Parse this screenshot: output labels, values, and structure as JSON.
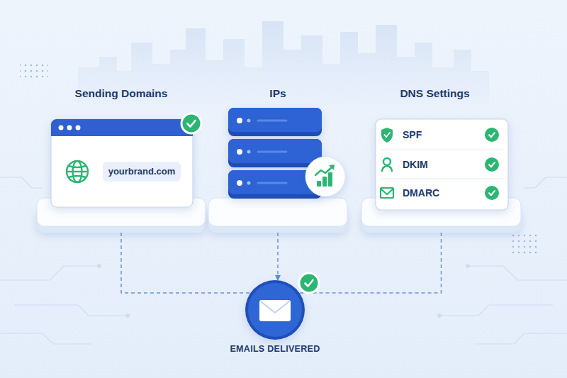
{
  "diagram": {
    "nodes": [
      {
        "text": [
          "Sending Domains",
          "yourbrand.com"
        ]
      },
      {
        "text": [
          "IPs"
        ]
      },
      {
        "text": [
          "DNS Settings",
          "SPF",
          "DKIM",
          "DMARC"
        ]
      },
      {
        "text": [
          "EMAILS DELIVERED"
        ]
      }
    ],
    "edges": [
      {
        "from": 0,
        "to": 3,
        "arrow": "none"
      },
      {
        "from": 1,
        "to": 3,
        "arrow": "to"
      },
      {
        "from": 2,
        "to": 3,
        "arrow": "none"
      }
    ]
  }
}
